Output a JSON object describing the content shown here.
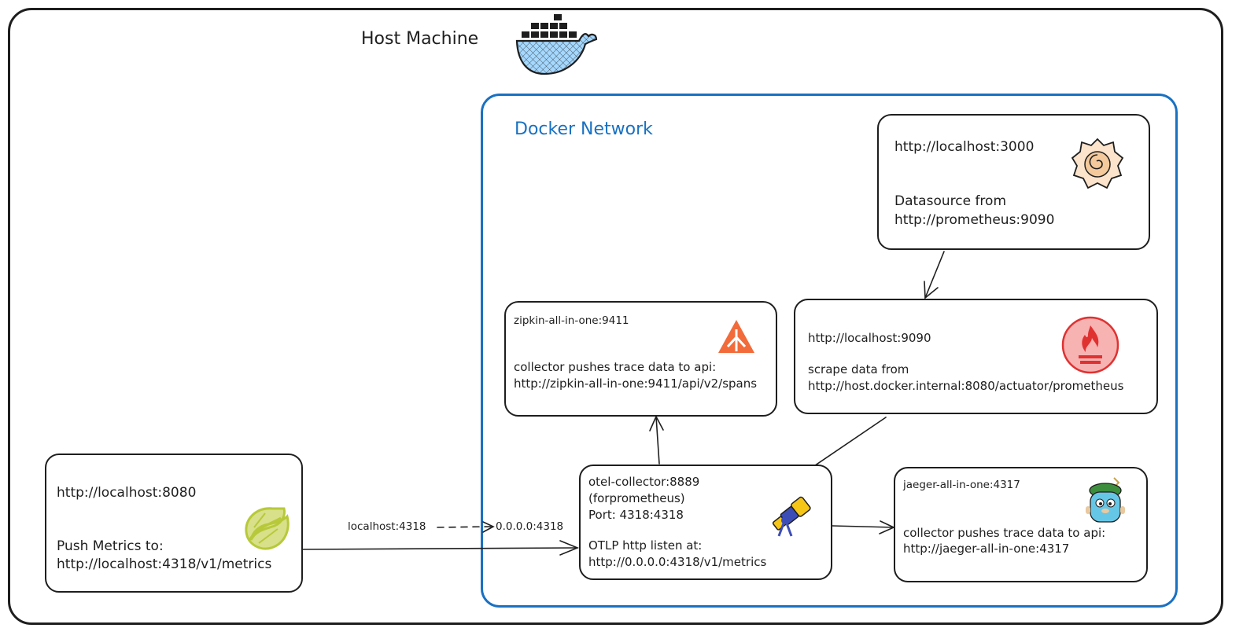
{
  "host_machine": {
    "title": "Host Machine",
    "icon": "docker-whale-icon"
  },
  "docker_network": {
    "title": "Docker Network",
    "border_color": "#1971c2"
  },
  "app": {
    "url": "http://localhost:8080",
    "push_label": "Push Metrics to:",
    "push_url": "http://localhost:4318/v1/metrics",
    "icon": "spring-logo-icon",
    "icon_color": "#b7c93a"
  },
  "port_mapping": {
    "from": "localhost:4318",
    "to": "0.0.0.0:4318"
  },
  "otel_collector": {
    "line1": "otel-collector:8889",
    "line2": "(forprometheus)",
    "line3": "Port: 4318:4318",
    "line4": "OTLP http listen at:",
    "line5": "http://0.0.0.0:4318/v1/metrics",
    "icon": "telescope-icon"
  },
  "zipkin": {
    "name": "zipkin-all-in-one:9411",
    "desc": "collector pushes trace data to api:",
    "url": "http://zipkin-all-in-one:9411/api/v2/spans",
    "icon": "zipkin-logo-icon",
    "icon_color": "#f26b3a"
  },
  "prometheus": {
    "url": "http://localhost:9090",
    "desc": "scrape data from",
    "target": "http://host.docker.internal:8080/actuator/prometheus",
    "icon": "prometheus-logo-icon",
    "icon_color": "#e03131"
  },
  "grafana": {
    "url": "http://localhost:3000",
    "desc": "Datasource from",
    "source": "http://prometheus:9090",
    "icon": "grafana-logo-icon",
    "icon_color": "#e8a96b"
  },
  "jaeger": {
    "name": "jaeger-all-in-one:4317",
    "desc": "collector pushes trace data to api:",
    "url": "http://jaeger-all-in-one:4317",
    "icon": "jaeger-gopher-icon",
    "icon_color": "#66c6e6"
  }
}
